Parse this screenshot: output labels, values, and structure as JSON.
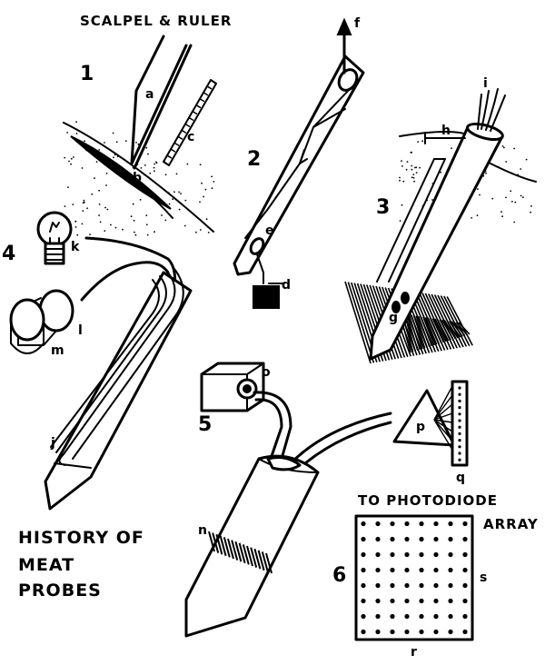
{
  "title": "SCALPEL & RULER",
  "panel_numbers": [
    "1",
    "2",
    "3",
    "4",
    "5",
    "6"
  ],
  "labels": {
    "a": "a",
    "b": "b",
    "c": "c",
    "d": "d",
    "e": "e",
    "f": "f",
    "g": "g",
    "h": "h",
    "i": "i",
    "j": "j",
    "k": "k",
    "l": "l",
    "m": "m",
    "n": "n",
    "o": "o",
    "p": "p",
    "q": "q",
    "r": "r",
    "s": "s"
  },
  "caption": {
    "line1": "HISTORY OF",
    "line2": "MEAT",
    "line3": "PROBES"
  },
  "array_caption": {
    "line1": "TO PHOTODIODE",
    "line2": "ARRAY"
  },
  "photodiode_grid": {
    "rows": 8,
    "cols": 8
  }
}
